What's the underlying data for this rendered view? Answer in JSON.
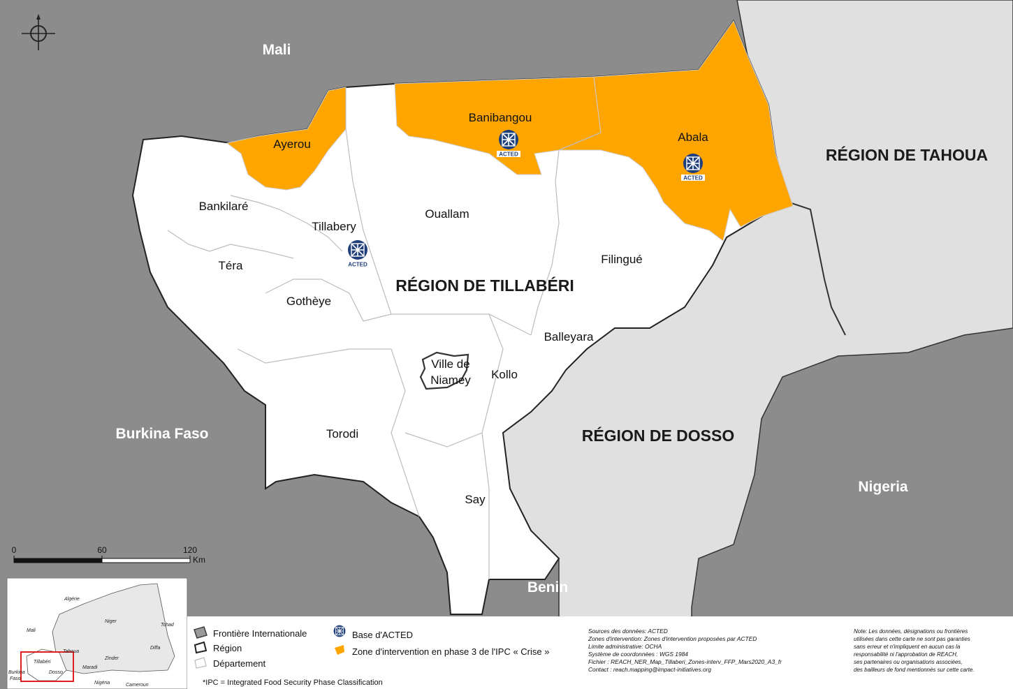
{
  "countries": {
    "mali": "Mali",
    "burkina": "Burkina Faso",
    "benin": "Benin",
    "nigeria": "Nigeria"
  },
  "regions": {
    "tillaberi": "RÉGION DE TILLABÉRI",
    "tahoua": "RÉGION DE TAHOUA",
    "dosso": "RÉGION DE DOSSO"
  },
  "departments": {
    "ayerou": "Ayerou",
    "banibangou": "Banibangou",
    "abala": "Abala",
    "bankilare": "Bankilaré",
    "tillabery": "Tillabery",
    "ouallam": "Ouallam",
    "tera": "Téra",
    "filingue": "Filingué",
    "gotheye": "Gothèye",
    "balleyara": "Balleyara",
    "ville_line1": "Ville de",
    "ville_line2": "Niamey",
    "kollo": "Kollo",
    "torodi": "Torodi",
    "say": "Say"
  },
  "base_label": "ACTED",
  "scale": {
    "ticks": [
      "0",
      "60",
      "120"
    ],
    "unit": "Km"
  },
  "inset": {
    "labels": [
      "Algérie",
      "Mali",
      "Niger",
      "Tahoua",
      "Tillabéri",
      "Dosso",
      "Diffa",
      "Tchad",
      "Zinder",
      "Maradi",
      "Nigéria",
      "Burkina",
      "Faso",
      "Cameroun"
    ]
  },
  "legend": {
    "border": "Frontière Internationale",
    "region": "Région",
    "department": "Département",
    "base": "Base d'ACTED",
    "zone": "Zone d'intervention en phase 3 de l'IPC « Crise »",
    "ipc_note": "*IPC = Integrated Food Security Phase Classification"
  },
  "sources": [
    "Sources des données: ACTED",
    "Zones d'intervention: Zones d'intervention proposées par ACTED",
    "Limite administrative: OCHA",
    "Système de coordonnées : WGS 1984",
    "Fichier : REACH_NER_Map_Tillaberi_Zones-interv_FFP_Mars2020_A3_fr",
    "Contact : reach.mapping@impact-initiatives.org"
  ],
  "note": [
    "Note: Les données, désignations ou frontières",
    "utilisées dans cette carte ne sont pas garanties",
    "sans erreur et n'impliquent en aucun cas la",
    "responsabilité ni l'approbation de REACH,",
    "ses partenaires ou organisations associées,",
    "des bailleurs de fond mentionnés sur cette carte."
  ],
  "colors": {
    "zone": "#ffa500",
    "outside_country": "#8c8c8c",
    "niger_other": "#e0e0e0",
    "tillaberi": "#ffffff",
    "acted_blue": "#1f3f7a"
  }
}
